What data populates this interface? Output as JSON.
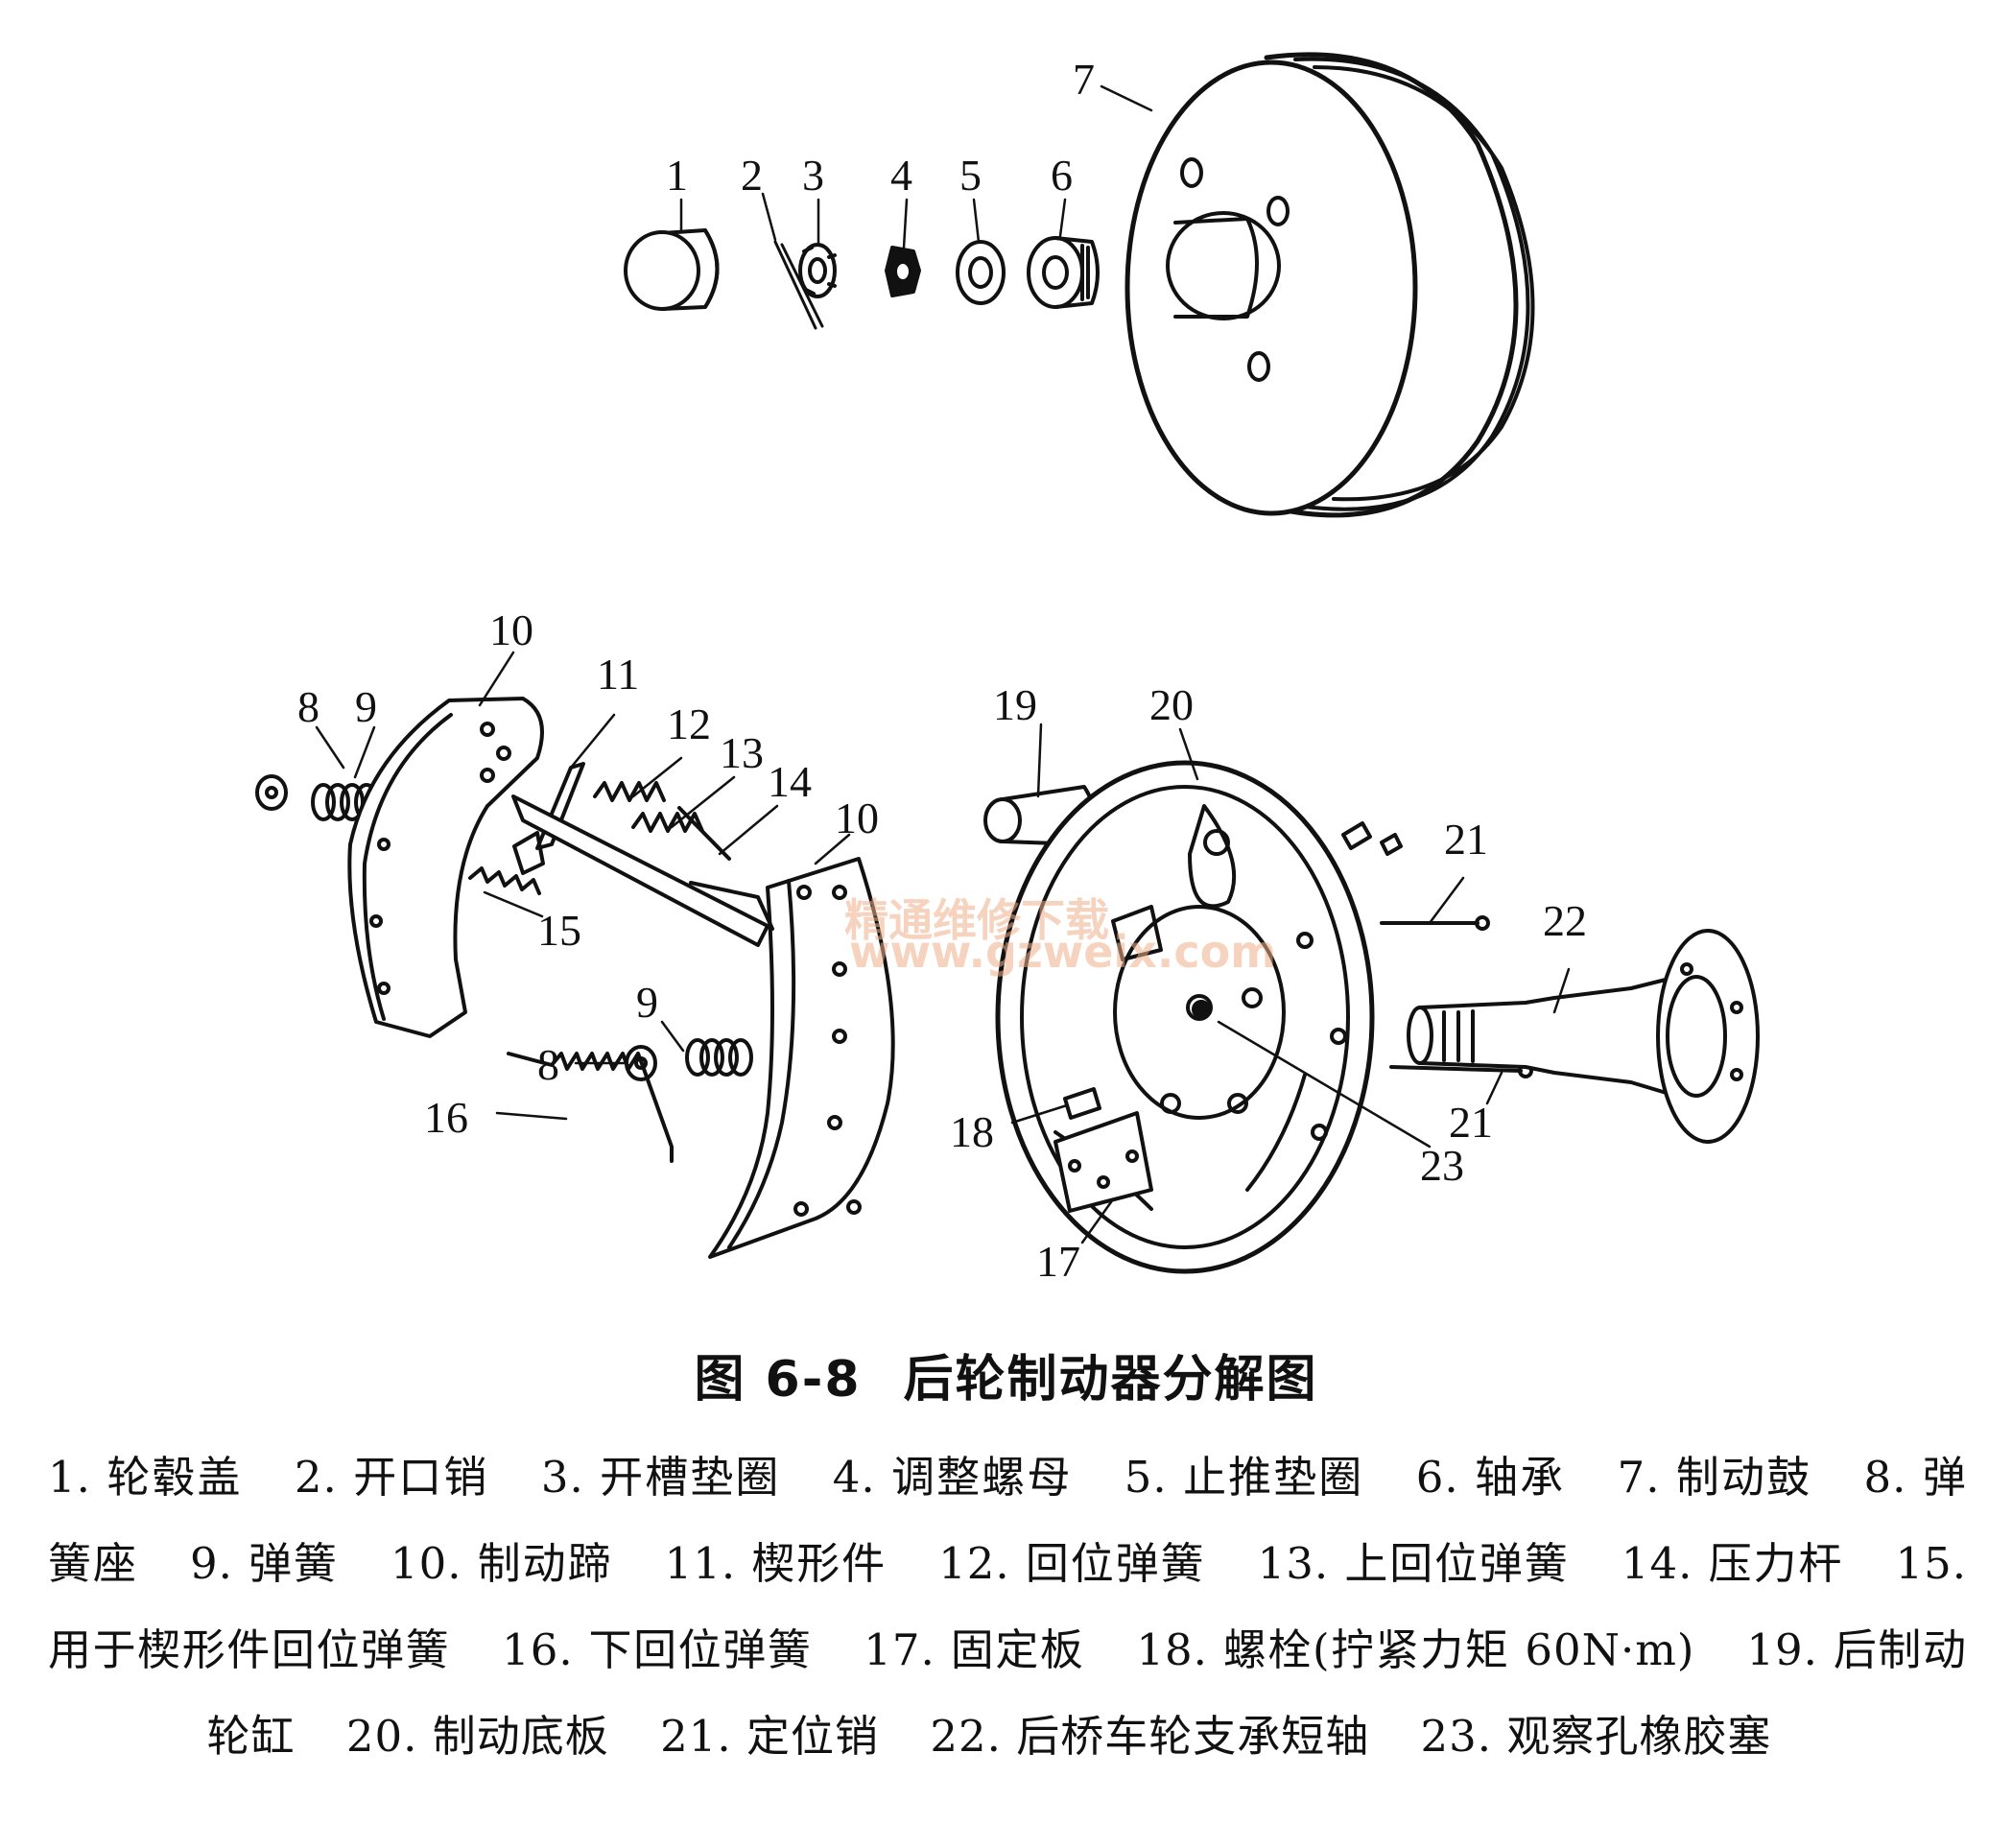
{
  "figure": {
    "number": "图 6-8",
    "title": "后轮制动器分解图"
  },
  "watermark": {
    "name": "精通维修下载",
    "url": "www.gzweix.com"
  },
  "callouts": [
    "1",
    "2",
    "3",
    "4",
    "5",
    "6",
    "7",
    "8",
    "9",
    "10",
    "11",
    "12",
    "13",
    "14",
    "15",
    "16",
    "17",
    "18",
    "19",
    "20",
    "21",
    "22",
    "23"
  ],
  "legend": [
    {
      "num": "1.",
      "label": "轮毂盖"
    },
    {
      "num": "2.",
      "label": "开口销"
    },
    {
      "num": "3.",
      "label": "开槽垫圈"
    },
    {
      "num": "4.",
      "label": "调整螺母"
    },
    {
      "num": "5.",
      "label": "止推垫圈"
    },
    {
      "num": "6.",
      "label": "轴承"
    },
    {
      "num": "7.",
      "label": "制动鼓"
    },
    {
      "num": "8.",
      "label": "弹簧座"
    },
    {
      "num": "9.",
      "label": "弹簧"
    },
    {
      "num": "10.",
      "label": "制动蹄"
    },
    {
      "num": "11.",
      "label": "楔形件"
    },
    {
      "num": "12.",
      "label": "回位弹簧"
    },
    {
      "num": "13.",
      "label": "上回位弹簧"
    },
    {
      "num": "14.",
      "label": "压力杆"
    },
    {
      "num": "15.",
      "label": "用于楔形件回位弹簧"
    },
    {
      "num": "16.",
      "label": "下回位弹簧"
    },
    {
      "num": "17.",
      "label": "固定板"
    },
    {
      "num": "18.",
      "label": "螺栓(拧紧力矩 60N·m)"
    },
    {
      "num": "19.",
      "label": "后制动轮缸"
    },
    {
      "num": "20.",
      "label": "制动底板"
    },
    {
      "num": "21.",
      "label": "定位销"
    },
    {
      "num": "22.",
      "label": "后桥车轮支承短轴"
    },
    {
      "num": "23.",
      "label": "观察孔橡胶塞"
    }
  ]
}
